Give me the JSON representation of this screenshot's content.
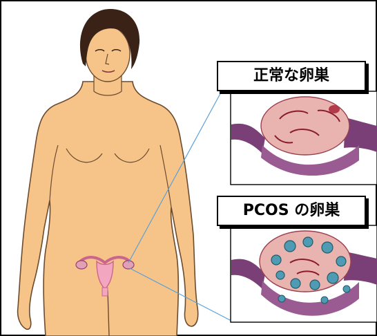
{
  "labels": {
    "normal_ovary": "正常な卵巣",
    "pcos_ovary": "PCOS の卵巣"
  },
  "colors": {
    "skin": "#f6c489",
    "skin_outline": "#6b4a2e",
    "hair": "#3a2316",
    "uterus": "#f2a6c0",
    "ovary_pink": "#e9b4b0",
    "tube_purple": "#7a3f77",
    "cyst_blue": "#4f9bb3",
    "callout_line": "#5a9fd6"
  },
  "icons": [
    "woman-figure",
    "uterus-icon",
    "normal-ovary-illustration",
    "pcos-ovary-illustration"
  ]
}
